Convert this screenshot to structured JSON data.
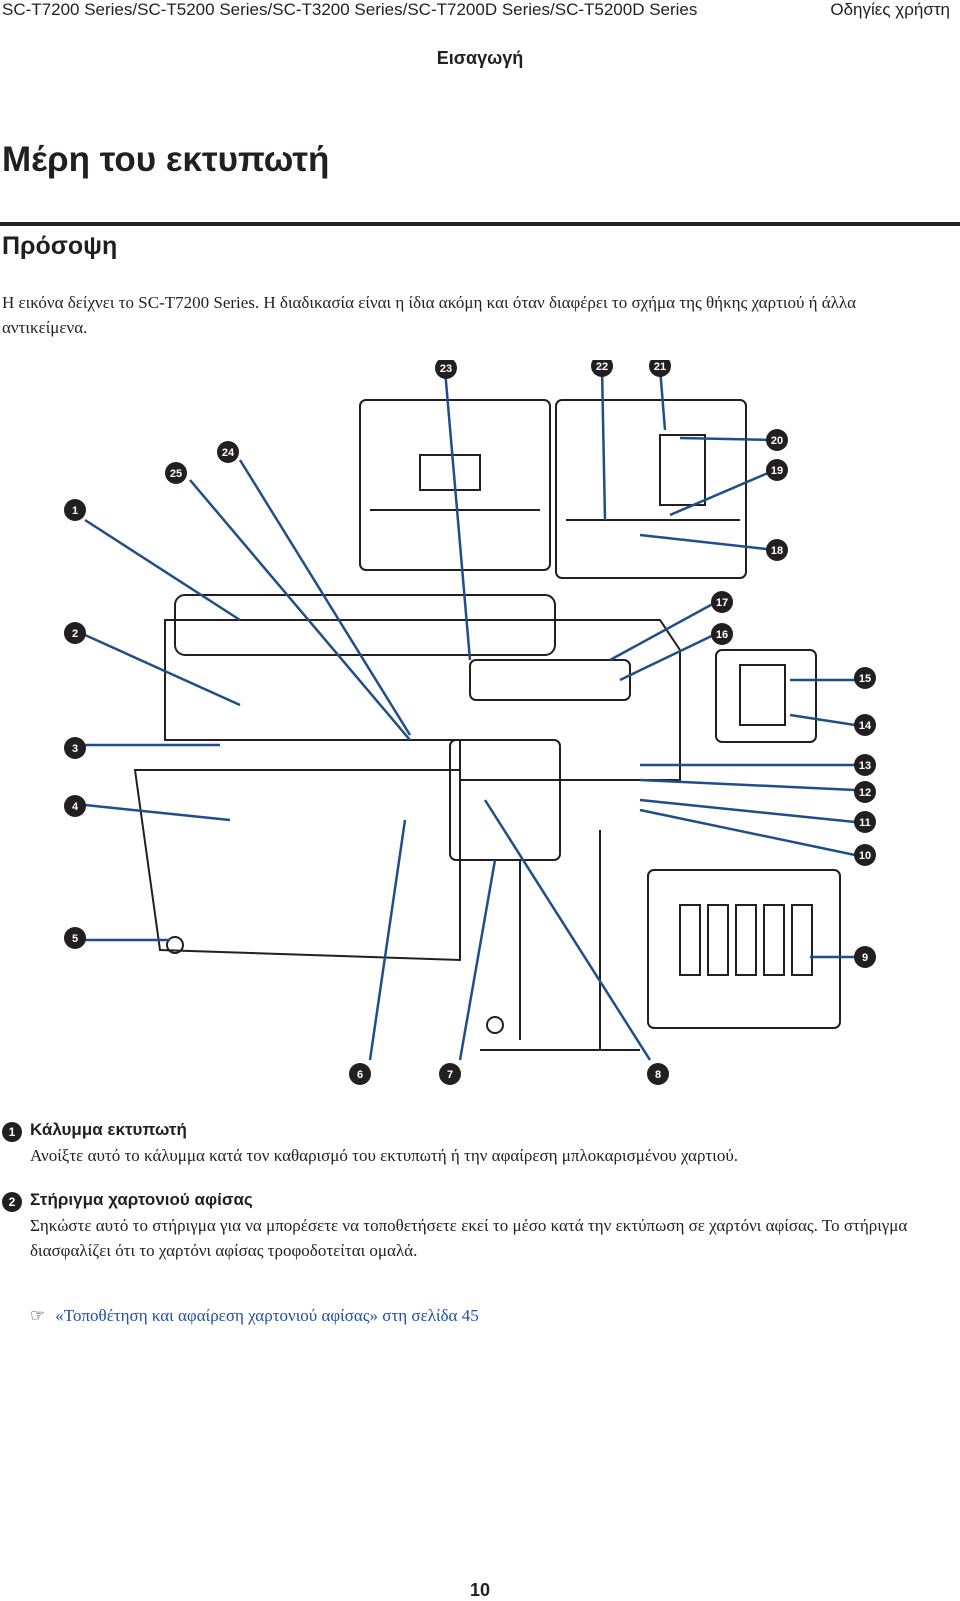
{
  "header": {
    "series": "SC-T7200 Series/SC-T5200 Series/SC-T3200 Series/SC-T7200D Series/SC-T5200D Series",
    "guide": "Οδηγίες χρήστη"
  },
  "section_title": "Εισαγωγή",
  "page_title": "Μέρη του εκτυπωτή",
  "subsection_title": "Πρόσοψη",
  "intro_text": "Η εικόνα δείχνει το SC-T7200 Series. Η διαδικασία είναι η ίδια ακόμη και όταν διαφέρει το σχήμα της θήκης χαρτιού ή άλλα αντικείμενα.",
  "figure": {
    "callouts": [
      "1",
      "2",
      "3",
      "4",
      "5",
      "6",
      "7",
      "8",
      "9",
      "10",
      "11",
      "12",
      "13",
      "14",
      "15",
      "16",
      "17",
      "18",
      "19",
      "20",
      "21",
      "22",
      "23",
      "24",
      "25"
    ]
  },
  "items": [
    {
      "marker": "1",
      "title": "Κάλυμμα εκτυπωτή",
      "description": "Ανοίξτε αυτό το κάλυμμα κατά τον καθαρισμό του εκτυπωτή ή την αφαίρεση μπλοκαρισμένου χαρτιού."
    },
    {
      "marker": "2",
      "title": "Στήριγμα χαρτονιού αφίσας",
      "description": "Σηκώστε αυτό το στήριγμα για να μπορέσετε να τοποθετήσετε εκεί το μέσο κατά την εκτύπωση σε χαρτόνι αφίσας. Το στήριγμα διασφαλίζει ότι το χαρτόνι αφίσας τροφοδοτείται ομαλά."
    }
  ],
  "reference": {
    "icon": "pointing-hand-icon",
    "text": "«Τοποθέτηση και αφαίρεση χαρτονιού αφίσας» στη σελίδα 45"
  },
  "page_number": "10"
}
